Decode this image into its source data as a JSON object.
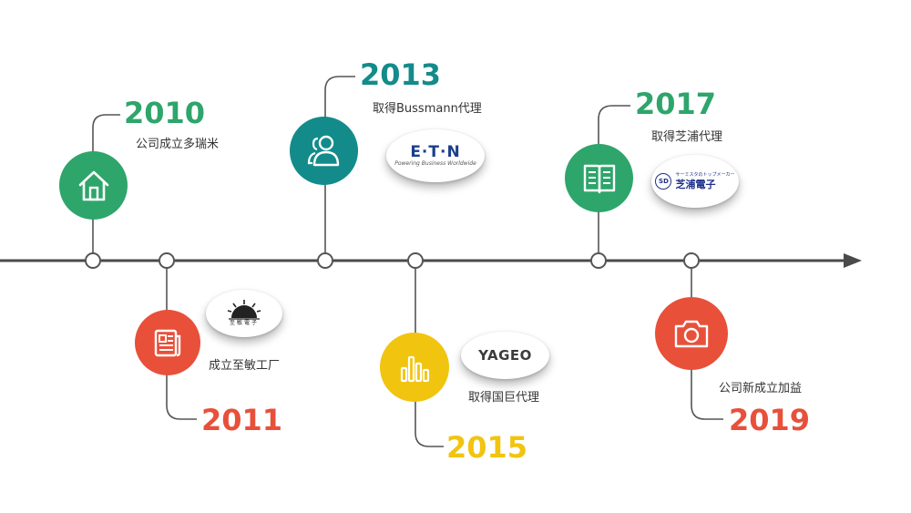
{
  "colors": {
    "green": "#2ea56b",
    "red": "#e8503a",
    "teal": "#138b8b",
    "yellow": "#f1c40f",
    "timeline": "#4a4a4a"
  },
  "events": [
    {
      "year": "2010",
      "desc": "公司成立多瑞米",
      "icon": "house-icon",
      "color": "green"
    },
    {
      "year": "2011",
      "desc": "成立至敏工厂",
      "icon": "newspaper-icon",
      "color": "red",
      "logo_text": "至敏電子"
    },
    {
      "year": "2013",
      "desc": "取得Bussmann代理",
      "icon": "users-icon",
      "color": "teal",
      "logo_text": "E·T·N",
      "logo_sub": "Powering Business Worldwide"
    },
    {
      "year": "2015",
      "desc": "取得国巨代理",
      "icon": "bar-chart-icon",
      "color": "yellow",
      "logo_text": "YAGEO"
    },
    {
      "year": "2017",
      "desc": "取得芝浦代理",
      "icon": "book-icon",
      "color": "green",
      "logo_text": "芝浦電子",
      "logo_top": "サーミスタのトップメーカー",
      "logo_mark": "SD"
    },
    {
      "year": "2019",
      "desc": "公司新成立加益",
      "icon": "camera-icon",
      "color": "red"
    }
  ]
}
